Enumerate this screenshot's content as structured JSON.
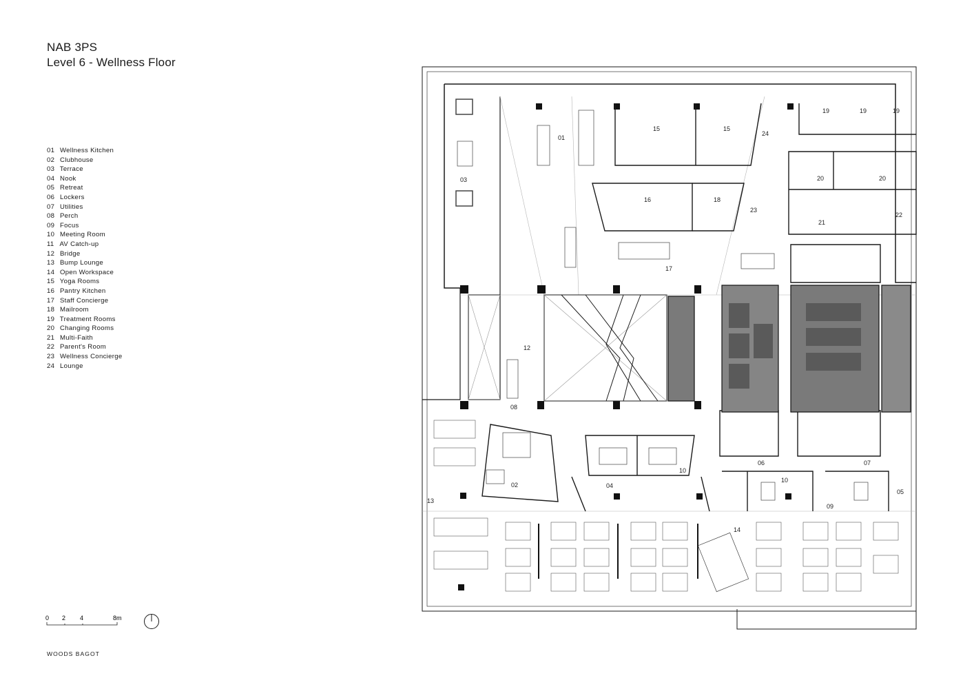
{
  "title": {
    "line1": "NAB 3PS",
    "line2": "Level 6 - Wellness Floor"
  },
  "legend": [
    {
      "num": "01",
      "label": "Wellness Kitchen"
    },
    {
      "num": "02",
      "label": "Clubhouse"
    },
    {
      "num": "03",
      "label": "Terrace"
    },
    {
      "num": "04",
      "label": "Nook"
    },
    {
      "num": "05",
      "label": "Retreat"
    },
    {
      "num": "06",
      "label": "Lockers"
    },
    {
      "num": "07",
      "label": "Utilities"
    },
    {
      "num": "08",
      "label": "Perch"
    },
    {
      "num": "09",
      "label": "Focus"
    },
    {
      "num": "10",
      "label": "Meeting Room"
    },
    {
      "num": "11",
      "label": "AV Catch-up"
    },
    {
      "num": "12",
      "label": "Bridge"
    },
    {
      "num": "13",
      "label": "Bump Lounge"
    },
    {
      "num": "14",
      "label": "Open Workspace"
    },
    {
      "num": "15",
      "label": "Yoga Rooms"
    },
    {
      "num": "16",
      "label": "Pantry Kitchen"
    },
    {
      "num": "17",
      "label": "Staff Concierge"
    },
    {
      "num": "18",
      "label": "Mailroom"
    },
    {
      "num": "19",
      "label": "Treatment Rooms"
    },
    {
      "num": "20",
      "label": "Changing Rooms"
    },
    {
      "num": "21",
      "label": "Multi-Faith"
    },
    {
      "num": "22",
      "label": "Parent's Room"
    },
    {
      "num": "23",
      "label": "Wellness Concierge"
    },
    {
      "num": "24",
      "label": "Lounge"
    }
  ],
  "scale_bar": {
    "t0": "0",
    "t1": "2",
    "t2": "4",
    "t3": "8m"
  },
  "firm": "WOODS BAGOT",
  "plan_labels": {
    "l01": "01",
    "l02": "02",
    "l03": "03",
    "l04": "04",
    "l05": "05",
    "l06": "06",
    "l07": "07",
    "l08": "08",
    "l09": "09",
    "l10a": "10",
    "l10b": "10",
    "l12": "12",
    "l13": "13",
    "l14": "14",
    "l15a": "15",
    "l15b": "15",
    "l16": "16",
    "l17": "17",
    "l18": "18",
    "l19a": "19",
    "l19b": "19",
    "l19c": "19",
    "l20a": "20",
    "l20b": "20",
    "l21": "21",
    "l22": "22",
    "l23": "23",
    "l24": "24"
  },
  "colors": {
    "line": "#1a1a1a",
    "core_fill": "#7a7a7a",
    "light_line": "#9a9a9a"
  }
}
